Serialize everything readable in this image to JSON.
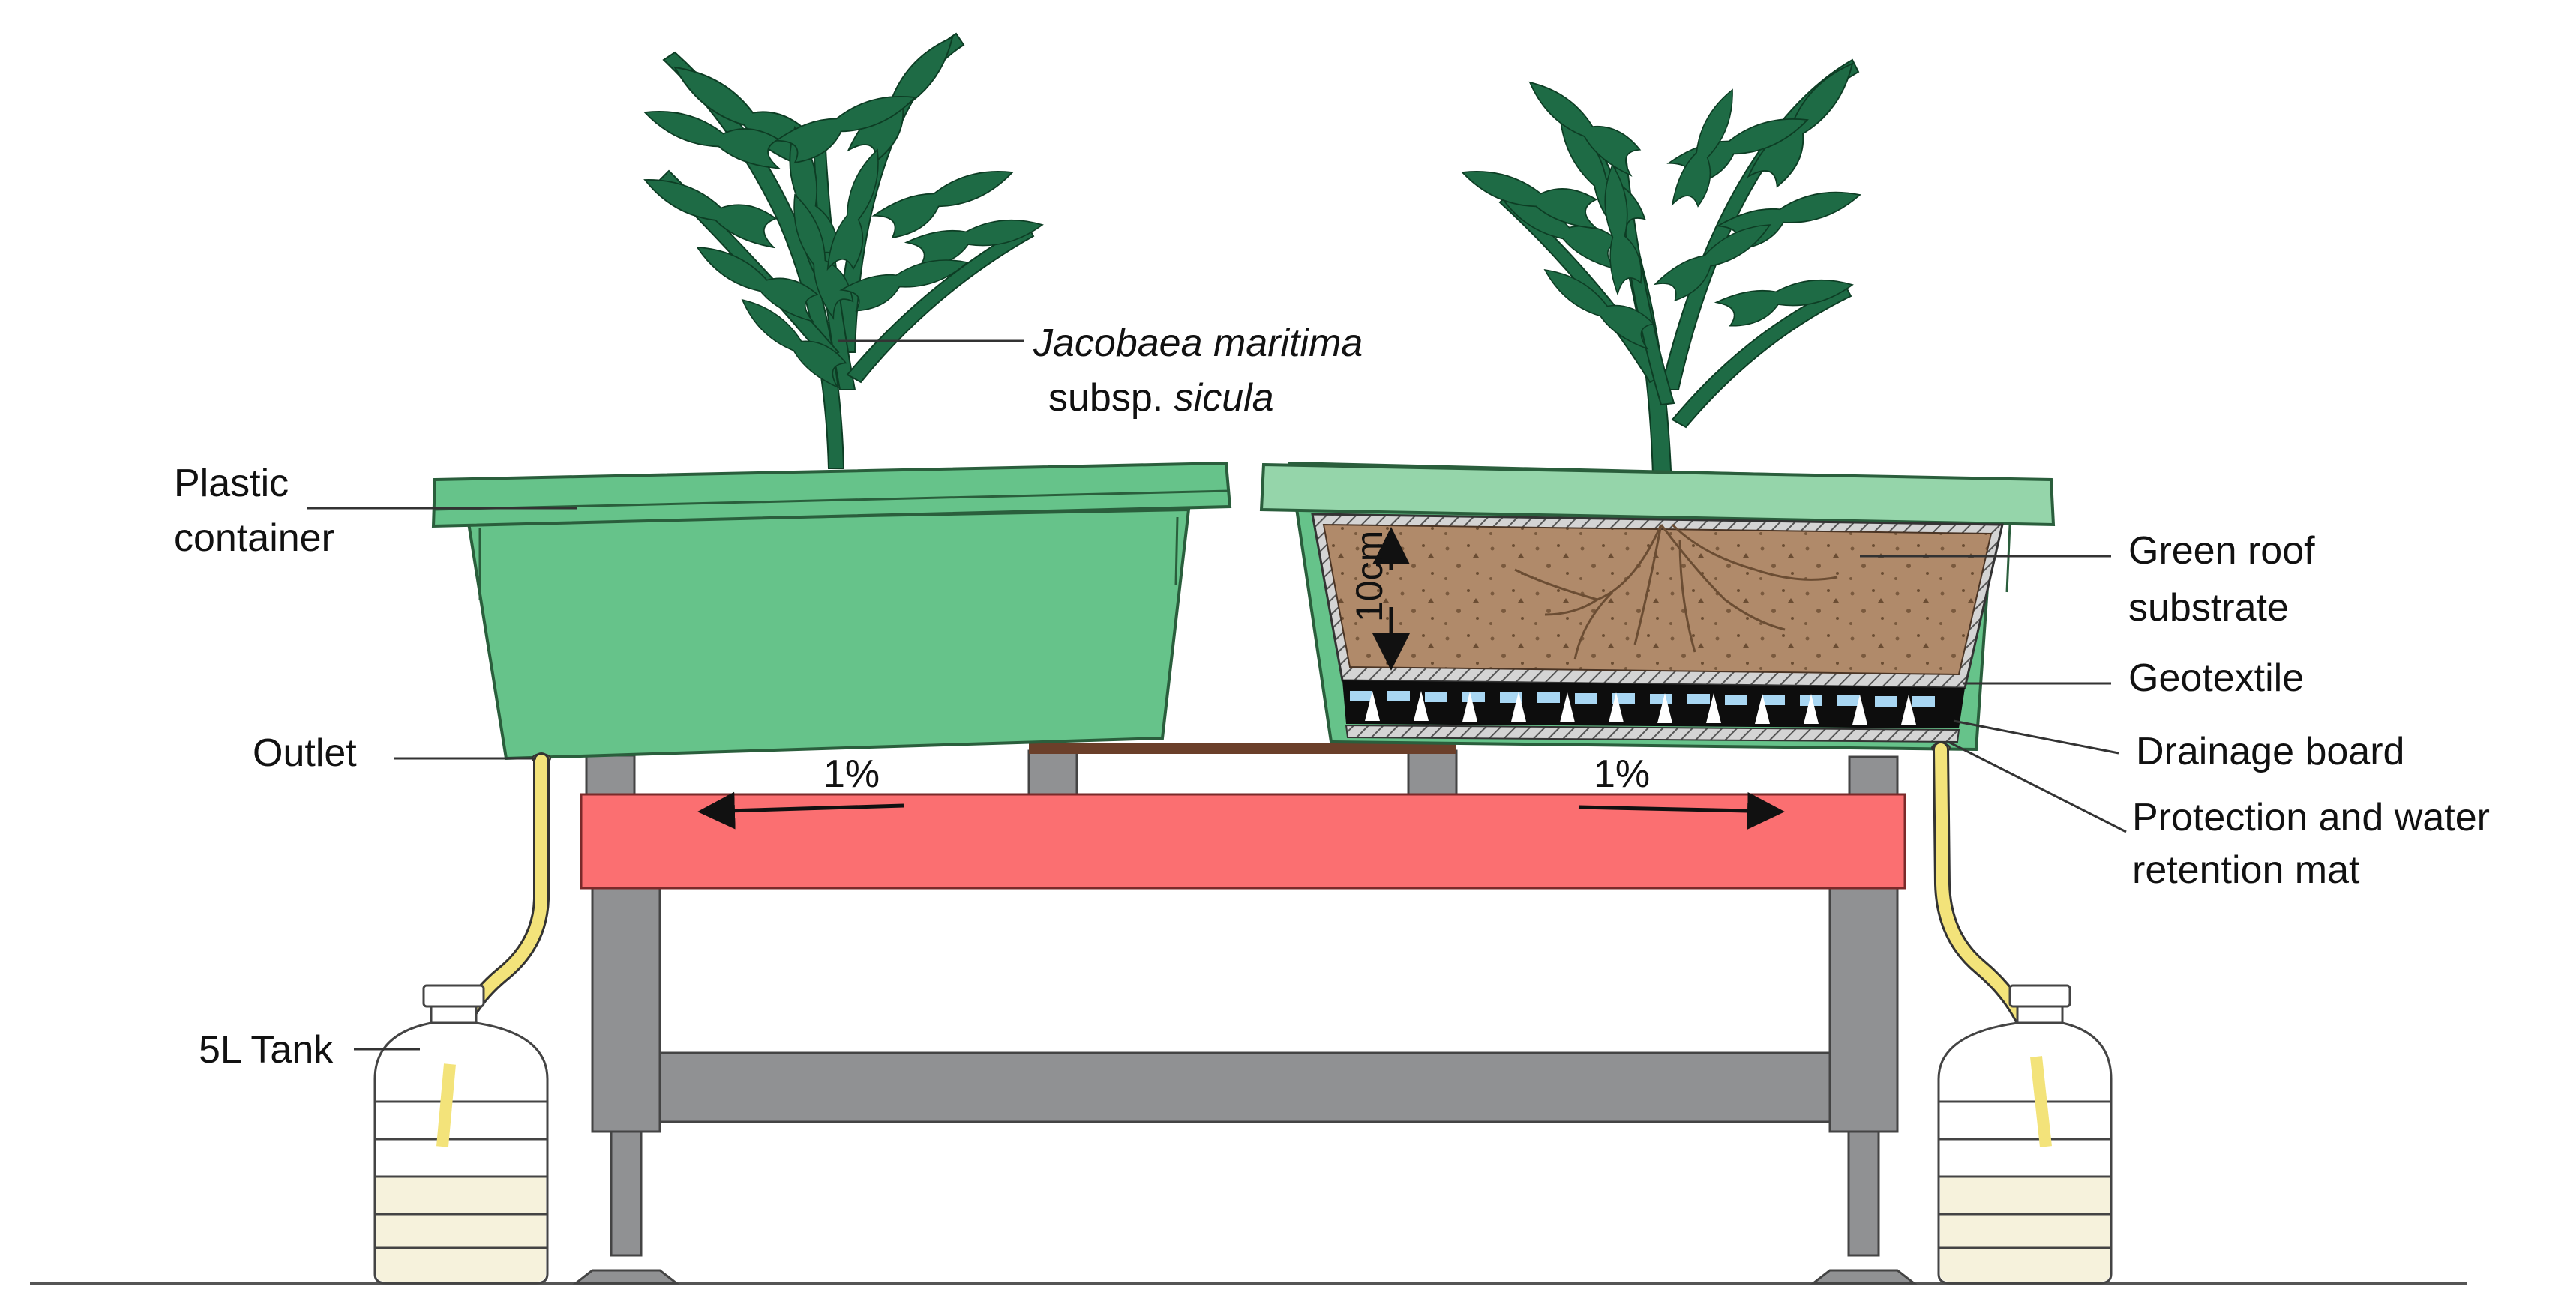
{
  "labels": {
    "species_genus": "Jacobaea maritima",
    "species_subsp_prefix": "subsp. ",
    "species_subsp": "sicula",
    "plastic_container_line1": "Plastic",
    "plastic_container_line2": "container",
    "outlet": "Outlet",
    "tank": "5L Tank",
    "green_roof_line1": "Green roof",
    "green_roof_line2": "substrate",
    "geotextile": "Geotextile",
    "drainage_board": "Drainage board",
    "protection_line1": "Protection and water",
    "protection_line2": "retention mat",
    "depth": "10cm",
    "slope_left": "1%",
    "slope_right": "1%"
  },
  "colors": {
    "container": "#66c38a",
    "container_dark": "#2f7a4c",
    "container_light": "#95d5aa",
    "table_top": "#fb6f71",
    "table_legs": "#909193",
    "substrate": "#b08a6a",
    "plant": "#1e6b45",
    "hose": "#f3e37a",
    "tank_water": "#f6f2dc",
    "geotextile": "#cfcfcf",
    "water": "#a8d6f2"
  },
  "icons": [
    "plant-icon",
    "container-icon",
    "tank-icon",
    "table-icon",
    "hose-icon"
  ]
}
